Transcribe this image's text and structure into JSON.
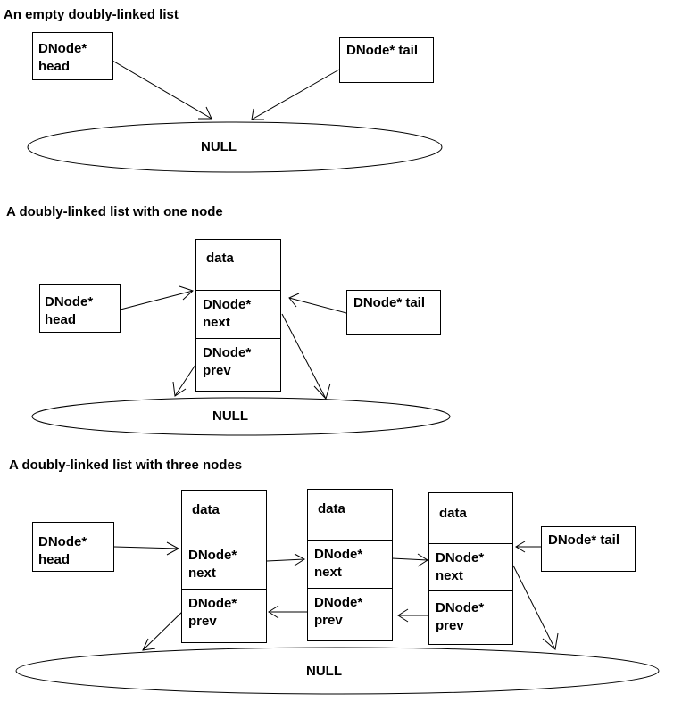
{
  "sections": [
    {
      "title": "An empty doubly-linked list",
      "head_label": "DNode*\nhead",
      "tail_label": "DNode* tail",
      "null_label": "NULL"
    },
    {
      "title": "A doubly-linked list with one node",
      "head_label": "DNode*\nhead",
      "tail_label": "DNode* tail",
      "null_label": "NULL",
      "node": {
        "data": "data",
        "next": "DNode*\nnext",
        "prev": "DNode*\nprev"
      }
    },
    {
      "title": "A doubly-linked list with three nodes",
      "head_label": "DNode*\nhead",
      "tail_label": "DNode* tail",
      "null_label": "NULL",
      "nodes": [
        {
          "data": "data",
          "next": "DNode*\nnext",
          "prev": "DNode*\nprev"
        },
        {
          "data": "data",
          "next": "DNode*\nnext",
          "prev": "DNode*\nprev"
        },
        {
          "data": "data",
          "next": "DNode*\nnext",
          "prev": "DNode*\nprev"
        }
      ]
    }
  ]
}
